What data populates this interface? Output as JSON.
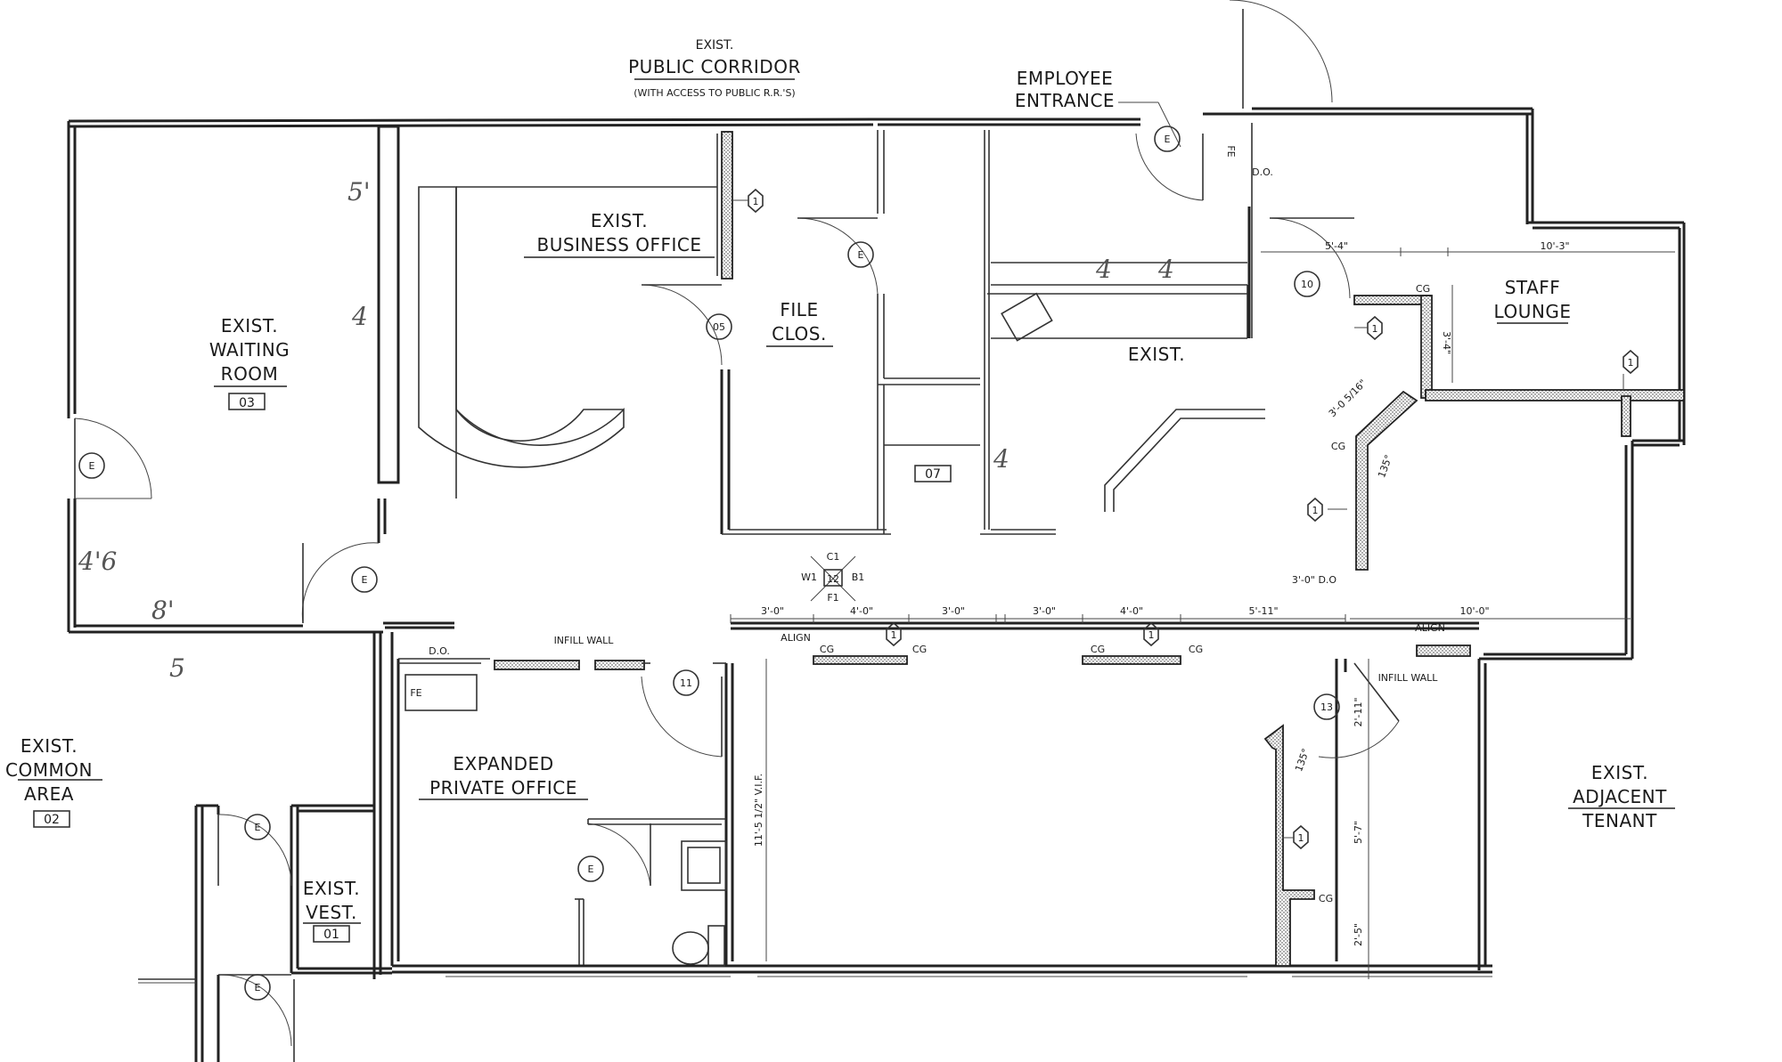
{
  "labels": {
    "public_corridor_l1": "EXIST.",
    "public_corridor_l2": "PUBLIC CORRIDOR",
    "public_corridor_l3": "(WITH ACCESS TO PUBLIC R.R.'S)",
    "employee_entrance_l1": "EMPLOYEE",
    "employee_entrance_l2": "ENTRANCE",
    "business_office_l1": "EXIST.",
    "business_office_l2": "BUSINESS OFFICE",
    "waiting_room_l1": "EXIST.",
    "waiting_room_l2": "WAITING",
    "waiting_room_l3": "ROOM",
    "waiting_room_tag": "03",
    "file_clos_l1": "FILE",
    "file_clos_l2": "CLOS.",
    "exist_center": "EXIST.",
    "staff_lounge_l1": "STAFF",
    "staff_lounge_l2": "LOUNGE",
    "room_07_tag": "07",
    "common_area_l1": "EXIST.",
    "common_area_l2": "COMMON",
    "common_area_l3": "AREA",
    "common_area_tag": "02",
    "vest_l1": "EXIST.",
    "vest_l2": "VEST.",
    "vest_tag": "01",
    "private_office_l1": "EXPANDED",
    "private_office_l2": "PRIVATE OFFICE",
    "adjacent_l1": "EXIST.",
    "adjacent_l2": "ADJACENT",
    "adjacent_l3": "TENANT",
    "infill_wall_top": "INFILL WALL",
    "infill_wall_right": "INFILL WALL",
    "align_1": "ALIGN",
    "align_2": "ALIGN",
    "do_1": "D.O.",
    "do_2": "D.O.",
    "do_3": "3'-0\" D.O",
    "fe_1": "FE",
    "fe_2": "FE",
    "cg": "CG",
    "compass_top": "C1",
    "compass_left": "W1",
    "compass_center": "12",
    "compass_right": "B1",
    "compass_bottom": "F1"
  },
  "dimensions": {
    "d_5_4": "5'-4\"",
    "d_10_3": "10'-3\"",
    "d_3_4": "3'-4\"",
    "d_3_0_5_16": "3'-0 5/16\"",
    "d_135_a": "135°",
    "d_135_b": "135°",
    "d_row": [
      "3'-0\"",
      "4'-0\"",
      "3'-0\"",
      "3'-0\"",
      "4'-0\"",
      "5'-11\""
    ],
    "d_10_0": "10'-0\"",
    "d_2_11": "2'-11\"",
    "d_5_7": "5'-7\"",
    "d_2_5": "2'-5\"",
    "d_11_5": "11'-5 1/2\" V.I.F."
  },
  "door_marks": {
    "e": "E",
    "d05": "05",
    "d10": "10",
    "d11": "11",
    "d13": "13",
    "k1": "1"
  },
  "handwriting": {
    "h1": "5'",
    "h2": "4",
    "h3": "4'6",
    "h4": "8'",
    "h5": "5",
    "h6": "4",
    "h7": "4",
    "h8": "4"
  },
  "colors": {
    "line": "#222222",
    "paper": "#ffffff",
    "pencil": "#777777"
  }
}
